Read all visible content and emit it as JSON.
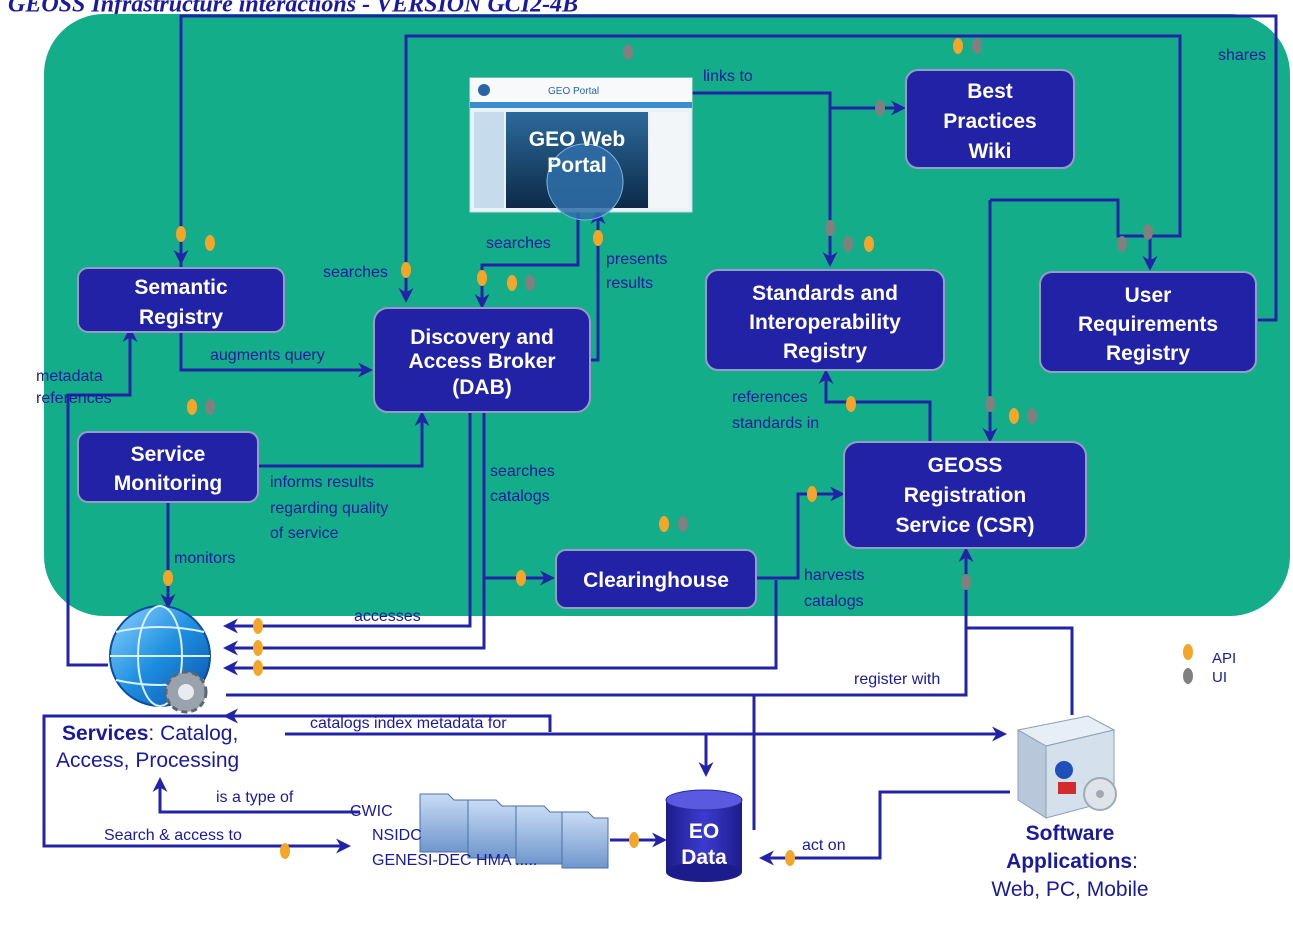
{
  "title": "GEOSS Infrastructure interactions - VERSION GCI2-4B",
  "nodes": {
    "portal": [
      "GEO Web",
      "Portal"
    ],
    "portal_header": "GEO Portal",
    "wiki": [
      "Best",
      "Practices",
      "Wiki"
    ],
    "semantic": [
      "Semantic",
      "Registry"
    ],
    "dab": [
      "Discovery and",
      "Access Broker",
      "(DAB)"
    ],
    "standards": [
      "Standards and",
      "Interoperability",
      "Registry"
    ],
    "userreq": [
      "User",
      "Requirements",
      "Registry"
    ],
    "monitoring": [
      "Service",
      "Monitoring"
    ],
    "csr": [
      "GEOSS",
      "Registration",
      "Service (CSR)"
    ],
    "clearinghouse": [
      "Clearinghouse"
    ],
    "eodata": [
      "EO",
      "Data"
    ]
  },
  "labels": {
    "links_to": "links to",
    "shares": "shares",
    "searches_top": "searches",
    "searches_left": "searches",
    "presents": [
      "presents",
      "results"
    ],
    "augments": "augments query",
    "metadata": [
      "metadata",
      "references"
    ],
    "informs": [
      "informs results",
      "regarding quality",
      "of service"
    ],
    "searches_catalogs": [
      "searches",
      "catalogs"
    ],
    "references_standards": [
      "references",
      "standards in"
    ],
    "monitors": "monitors",
    "accesses": "accesses",
    "harvests": [
      "harvests",
      "catalogs"
    ],
    "register_with": "register with",
    "catalogs_index": "catalogs index metadata for",
    "is_type_of": "is a type of",
    "search_access": "Search  & access to",
    "act_on": "act on",
    "catalog_list": [
      "CWIC",
      "NSIDC",
      "GENESI-DEC HMA  ....."
    ]
  },
  "services": {
    "bold": "Services",
    "rest1": ": Catalog,",
    "line2": "Access, Processing"
  },
  "software": {
    "line1": "Software",
    "line2_bold": "Applications",
    "line2_rest": ":",
    "line3": "Web, PC, Mobile"
  },
  "legend": {
    "api": "API",
    "ui": "UI",
    "api_color": "#f4a62a",
    "ui_color": "#808080"
  },
  "colors": {
    "background_panel": "#13ad8a",
    "box": "#2222a6",
    "line": "#2323a8"
  }
}
